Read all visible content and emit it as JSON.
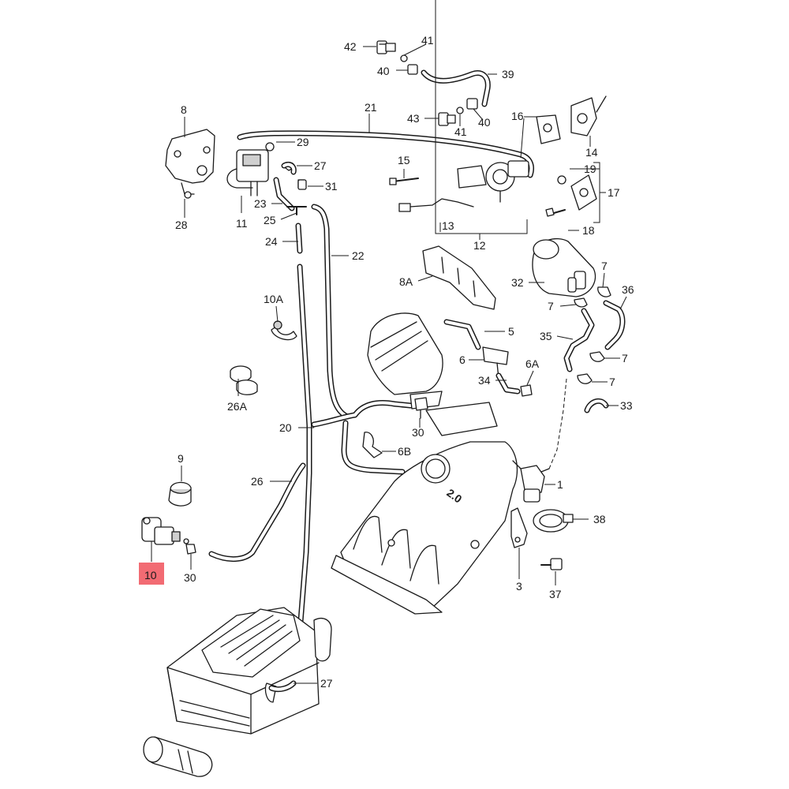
{
  "labels": {
    "l42": "42",
    "l41a": "41",
    "l40a": "40",
    "l39": "39",
    "l43": "43",
    "l41b": "41",
    "l40b": "40",
    "l8": "8",
    "l21": "21",
    "l29": "29",
    "l27a": "27",
    "l31": "31",
    "l23": "23",
    "l25": "25",
    "l24": "24",
    "l22": "22",
    "l11": "11",
    "l28": "28",
    "l15": "15",
    "l13": "13",
    "l12": "12",
    "l16": "16",
    "l14": "14",
    "l19": "19",
    "l17": "17",
    "l18": "18",
    "l8a": "8A",
    "l32": "32",
    "l7a": "7",
    "l7b": "7",
    "l36": "36",
    "l5": "5",
    "l35": "35",
    "l6": "6",
    "l7c": "7",
    "l6a": "6A",
    "l34": "34",
    "l7d": "7",
    "l33": "33",
    "l10a": "10A",
    "l26a": "26A",
    "l20": "20",
    "l30a": "30",
    "l6b": "6B",
    "l9": "9",
    "l26": "26",
    "l1": "1",
    "l38": "38",
    "l10": "10",
    "l30b": "30",
    "l3": "3",
    "l37": "37",
    "l27b": "27"
  },
  "highlight": {
    "label": "10",
    "color": "#f26b73"
  },
  "manifold_mark": "2.0"
}
